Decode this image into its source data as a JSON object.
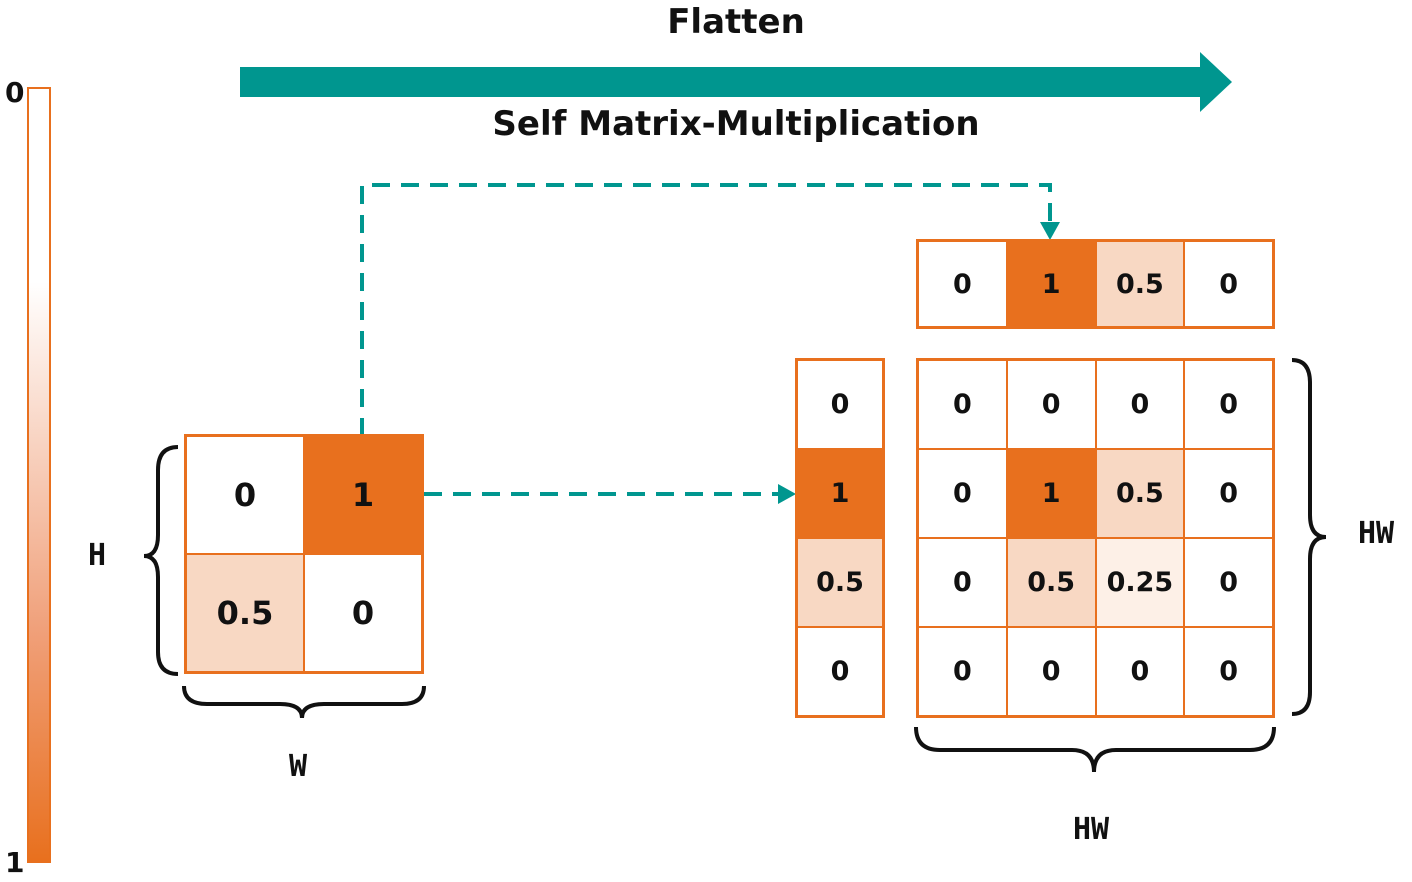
{
  "header": {
    "flatten_label": "Flatten",
    "operation_label": "Self Matrix-Multiplication"
  },
  "colorbar": {
    "top_label": "0",
    "bottom_label": "1"
  },
  "input_matrix": {
    "rows": [
      [
        "0",
        "1"
      ],
      [
        "0.5",
        "0"
      ]
    ],
    "height_label": "H",
    "width_label": "W"
  },
  "column_vector": {
    "values": [
      "0",
      "1",
      "0.5",
      "0"
    ]
  },
  "row_vector": {
    "values": [
      "0",
      "1",
      "0.5",
      "0"
    ]
  },
  "output_matrix": {
    "rows": [
      [
        "0",
        "0",
        "0",
        "0"
      ],
      [
        "0",
        "1",
        "0.5",
        "0"
      ],
      [
        "0",
        "0.5",
        "0.25",
        "0"
      ],
      [
        "0",
        "0",
        "0",
        "0"
      ]
    ],
    "height_label": "HW",
    "width_label": "HW"
  },
  "colors": {
    "teal": "#00968f",
    "orange": "#e8701e",
    "light_orange": "#f8d8c3",
    "faint_orange": "#fdf0e7"
  }
}
